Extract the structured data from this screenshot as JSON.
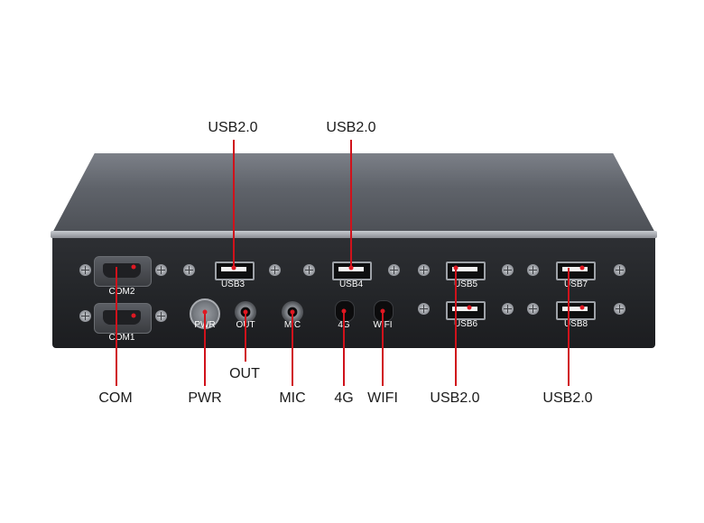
{
  "callouts": {
    "usb_top_left": "USB2.0",
    "usb_top_right": "USB2.0",
    "com": "COM",
    "pwr": "PWR",
    "out": "OUT",
    "mic": "MIC",
    "lte": "4G",
    "wifi": "WIFI",
    "usb_bottom_left": "USB2.0",
    "usb_bottom_right": "USB2.0"
  },
  "port_labels": {
    "com2": "COM2",
    "com1": "COM1",
    "usb3": "USB3",
    "usb4": "USB4",
    "usb5": "USB5",
    "usb6": "USB6",
    "usb7": "USB7",
    "usb8": "USB8",
    "pwr": "PWR",
    "out": "OUT",
    "mic": "MIC",
    "lte": "4G",
    "wifi": "WIFI"
  },
  "colors": {
    "leader_line": "#d0121b",
    "device_front": "#222427",
    "background": "#ffffff"
  }
}
